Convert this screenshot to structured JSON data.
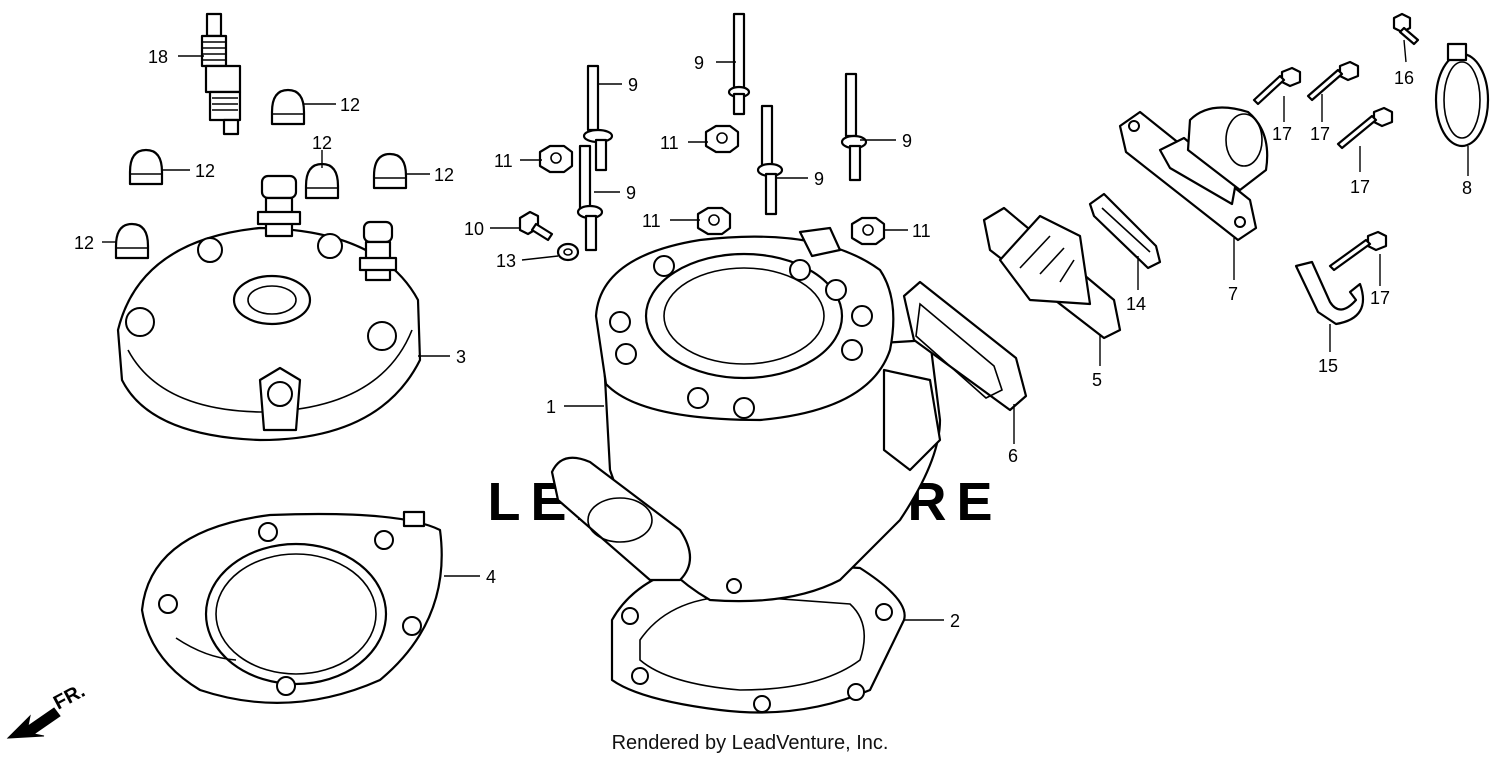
{
  "watermark": {
    "brand": "LEADVENTURE"
  },
  "footer": {
    "credit": "Rendered by LeadVenture, Inc."
  },
  "direction_marker": {
    "label": "FR."
  },
  "callouts": [
    {
      "id": "c18",
      "text": "18"
    },
    {
      "id": "c12a",
      "text": "12"
    },
    {
      "id": "c12b",
      "text": "12"
    },
    {
      "id": "c12c",
      "text": "12"
    },
    {
      "id": "c12d",
      "text": "12"
    },
    {
      "id": "c12e",
      "text": "12"
    },
    {
      "id": "c3",
      "text": "3"
    },
    {
      "id": "c4",
      "text": "4"
    },
    {
      "id": "c1",
      "text": "1"
    },
    {
      "id": "c2",
      "text": "2"
    },
    {
      "id": "c9a",
      "text": "9"
    },
    {
      "id": "c9b",
      "text": "9"
    },
    {
      "id": "c9c",
      "text": "9"
    },
    {
      "id": "c9d",
      "text": "9"
    },
    {
      "id": "c9e",
      "text": "9"
    },
    {
      "id": "c11a",
      "text": "11"
    },
    {
      "id": "c11b",
      "text": "11"
    },
    {
      "id": "c11c",
      "text": "11"
    },
    {
      "id": "c11d",
      "text": "11"
    },
    {
      "id": "c10",
      "text": "10"
    },
    {
      "id": "c13",
      "text": "13"
    },
    {
      "id": "c6",
      "text": "6"
    },
    {
      "id": "c5",
      "text": "5"
    },
    {
      "id": "c14",
      "text": "14"
    },
    {
      "id": "c7",
      "text": "7"
    },
    {
      "id": "c16",
      "text": "16"
    },
    {
      "id": "c8",
      "text": "8"
    },
    {
      "id": "c17a",
      "text": "17"
    },
    {
      "id": "c17b",
      "text": "17"
    },
    {
      "id": "c17c",
      "text": "17"
    },
    {
      "id": "c17d",
      "text": "17"
    },
    {
      "id": "c15",
      "text": "15"
    }
  ]
}
